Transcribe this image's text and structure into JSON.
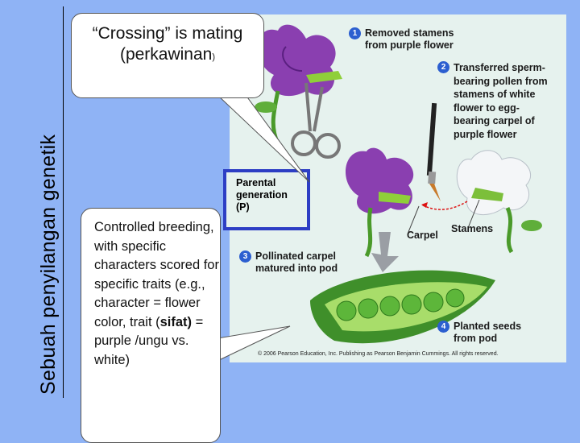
{
  "side_title": "Sebuah penyilangan genetik",
  "callout_top": {
    "main": "“Crossing” is mating (perkawinan",
    "suffix": ")"
  },
  "callout_bottom": {
    "part1": "Controlled breeding, with specific characters scored for specific traits (e.g., character = flower color, trait (",
    "bold": "sifat)",
    "part2": " = purple /ungu vs. white)"
  },
  "figure": {
    "steps": [
      {
        "num": "1",
        "text": "Removed stamens\nfrom purple flower"
      },
      {
        "num": "2",
        "text": "Transferred sperm-\nbearing pollen from\nstamens of white\nflower to egg-\nbearing carpel of\npurple flower"
      },
      {
        "num": "3",
        "text": "Pollinated carpel\nmatured into pod"
      },
      {
        "num": "4",
        "text": "Planted seeds\nfrom pod"
      }
    ],
    "parental_label": "Parental\ngeneration\n(P)",
    "carpel_label": "Carpel",
    "stamens_label": "Stamens",
    "copyright": "© 2006 Pearson Education, Inc. Publishing as Pearson Benjamin Cummings. All rights reserved."
  },
  "colors": {
    "background": "#8fb3f5",
    "step_badge": "#2c5fd0",
    "parental_border": "#2d3ec4",
    "purple_flower": "#8a3fb0",
    "pea_green": "#6cbf3a"
  }
}
